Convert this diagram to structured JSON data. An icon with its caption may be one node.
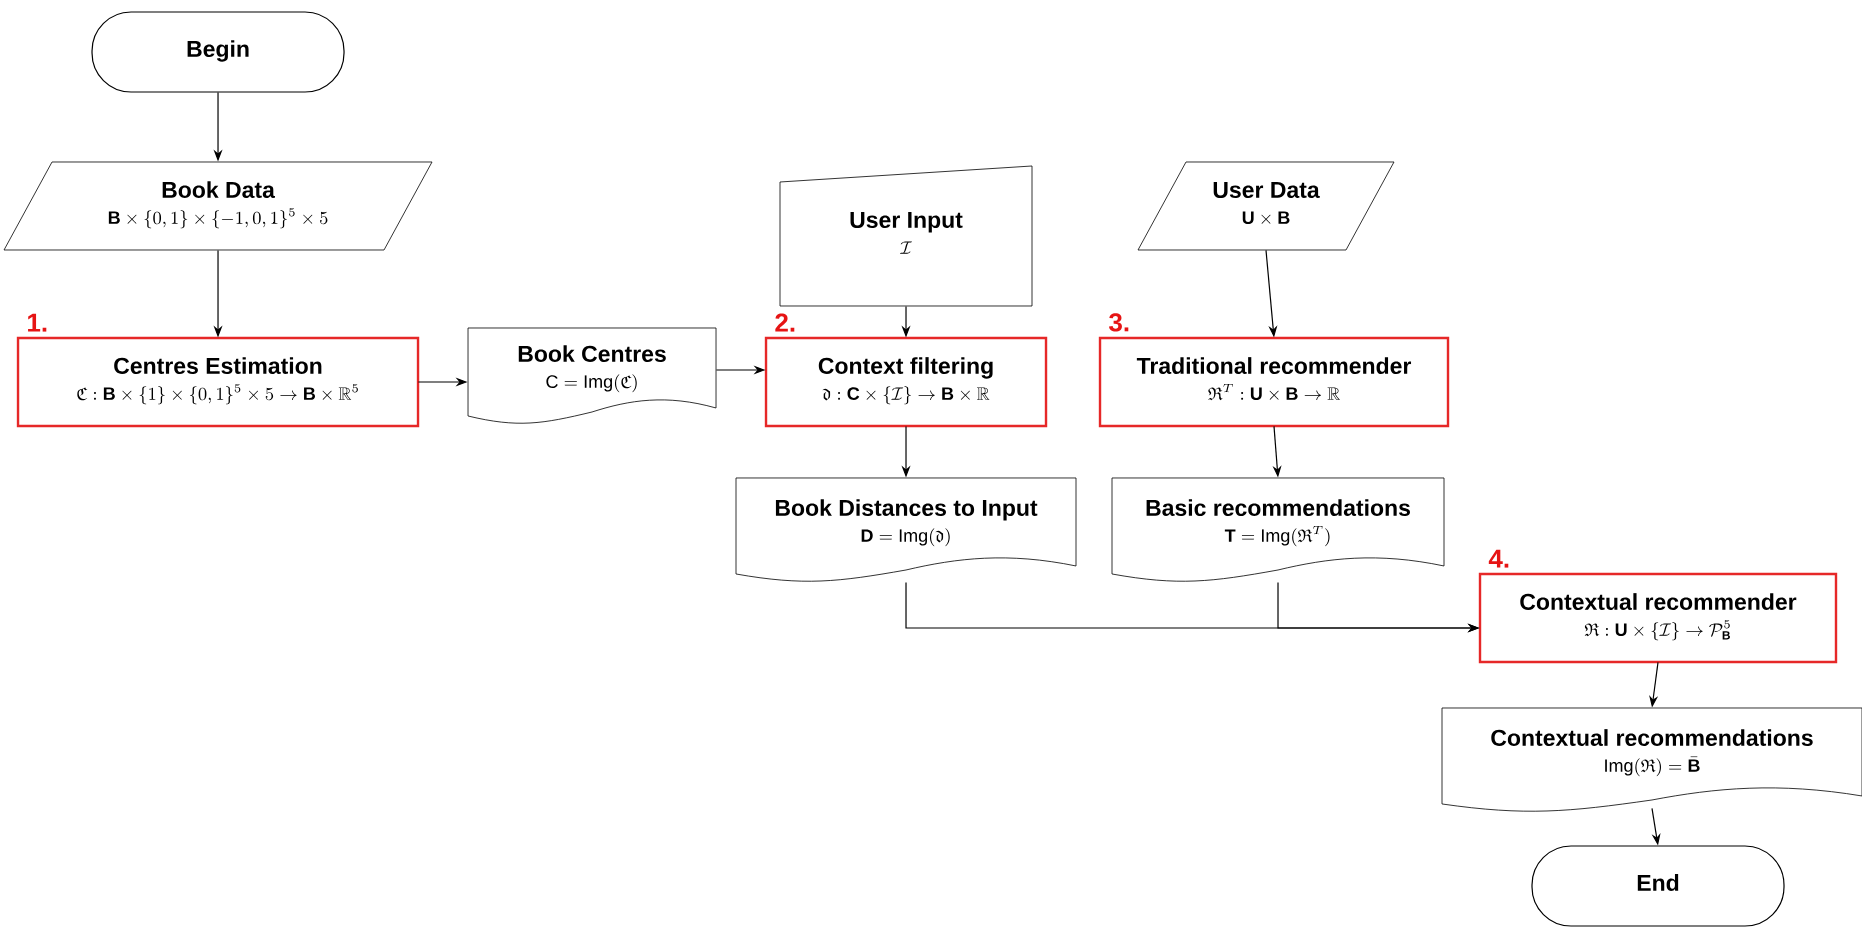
{
  "diagram": {
    "nodes": [
      {
        "text": [
          "Begin"
        ]
      },
      {
        "text": [
          "Book Data",
          "\\mathbf{B}\\times\\{0,1\\}\\times\\{-1,0,1\\}^{5}\\times 5"
        ]
      },
      {
        "text": [
          "Centres Estimation",
          "\\mathfrak{C}:\\mathbf{B}\\times\\{1\\}\\times\\{0,1\\}^{5}\\times 5\\rightarrow\\mathbf{B}\\times\\mathbb{R}^{5}"
        ],
        "beside": [
          "1."
        ]
      },
      {
        "text": [
          "Book Centres",
          "\\mathrm{C}=\\mathrm{Img}(\\mathfrak{C})"
        ]
      },
      {
        "text": [
          "User Input",
          "\\mathcal{I}"
        ]
      },
      {
        "text": [
          "Context filtering",
          "\\mathfrak{d}:\\mathbf{C}\\times\\{\\mathcal{I}\\}\\rightarrow\\mathbf{B}\\times\\mathbb{R}"
        ],
        "beside": [
          "2."
        ]
      },
      {
        "text": [
          "User Data",
          "\\mathbf{U}\\times\\mathbf{B}"
        ]
      },
      {
        "text": [
          "Traditional recommender",
          "\\mathfrak{R}^{T}:\\mathbf{U}\\times\\mathbf{B}\\rightarrow\\mathbb{R}"
        ],
        "beside": [
          "3."
        ]
      },
      {
        "text": [
          "Book Distances to Input",
          "\\mathbf{D}=\\mathrm{Img}(\\mathfrak{d})"
        ]
      },
      {
        "text": [
          "Basic recommendations",
          "\\mathbf{T}=\\mathrm{Img}(\\mathfrak{R}^{T})"
        ]
      },
      {
        "text": [
          "Contextual recommender",
          "\\mathfrak{R}:\\mathbf{U}\\times\\{\\mathcal{I}\\}\\rightarrow\\mathcal{P}^{5}_{\\mathbf{B}}"
        ],
        "beside": [
          "4."
        ]
      },
      {
        "text": [
          "Contextual recommendations",
          "\\mathrm{Img}(\\mathfrak{R})=\\bar{\\mathbf{B}}"
        ]
      },
      {
        "text": [
          "End"
        ]
      }
    ],
    "edges": [
      {
        "from": 0,
        "to": 1,
        "arrow": "to"
      },
      {
        "from": 1,
        "to": 2,
        "arrow": "to"
      },
      {
        "from": 2,
        "to": 3,
        "arrow": "to"
      },
      {
        "from": 3,
        "to": 5,
        "arrow": "to"
      },
      {
        "from": 4,
        "to": 5,
        "arrow": "to"
      },
      {
        "from": 5,
        "to": 8,
        "arrow": "to"
      },
      {
        "from": 6,
        "to": 7,
        "arrow": "to"
      },
      {
        "from": 7,
        "to": 9,
        "arrow": "to"
      },
      {
        "from": 8,
        "to": 10,
        "arrow": "to"
      },
      {
        "from": 9,
        "to": 10,
        "arrow": "to"
      },
      {
        "from": 10,
        "to": 11,
        "arrow": "to"
      },
      {
        "from": 11,
        "to": 12,
        "arrow": "to"
      }
    ]
  }
}
